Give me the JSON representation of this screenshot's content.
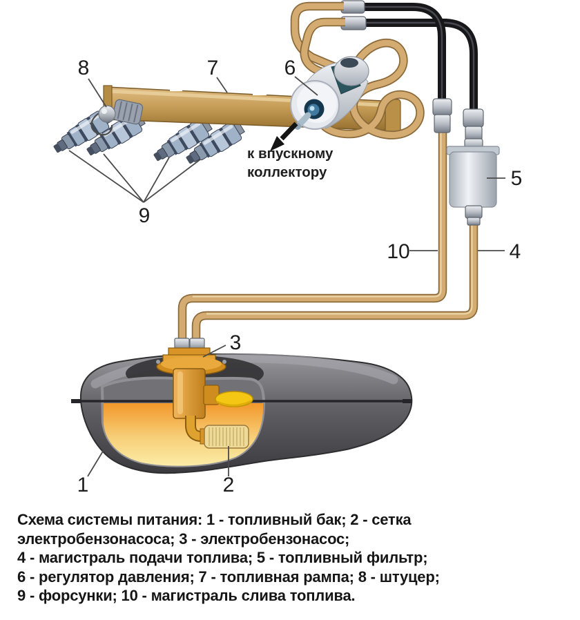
{
  "figure": {
    "type": "fuel-system-schematic",
    "callouts": {
      "n1": "1",
      "n2": "2",
      "n3": "3",
      "n4": "4",
      "n5": "5",
      "n6": "6",
      "n7": "7",
      "n8": "8",
      "n9": "9",
      "n10": "10"
    },
    "note": {
      "line1": "к впускному",
      "line2": "коллектору"
    },
    "caption": {
      "lines": [
        "Схема системы питания: 1 - топливный бак; 2 - сетка",
        "электробензонасоса; 3 - электробензонасос;",
        "4 - магистраль подачи топлива; 5 - топливный фильтр;",
        "6 - регулятор давления; 7 - топливная рампа; 8 - штуцер;",
        "9 - форсунки; 10 - магистраль слива топлива."
      ]
    },
    "parts": [
      {
        "num": "1",
        "name": "топливный бак"
      },
      {
        "num": "2",
        "name": "сетка электробензонасоса"
      },
      {
        "num": "3",
        "name": "электробензонасос"
      },
      {
        "num": "4",
        "name": "магистраль подачи топлива"
      },
      {
        "num": "5",
        "name": "топливный фильтр"
      },
      {
        "num": "6",
        "name": "регулятор давления"
      },
      {
        "num": "7",
        "name": "топливная рампа"
      },
      {
        "num": "8",
        "name": "штуцер"
      },
      {
        "num": "9",
        "name": "форсунки"
      },
      {
        "num": "10",
        "name": "магистраль слива топлива"
      }
    ],
    "colors": {
      "pipe_tan": "#d4ab70",
      "hose_black": "#17171a",
      "rail_gold": "#c79e58",
      "fuel_orange": "#f2982a",
      "fuel_yellow": "#fbeca6",
      "tank_gray": "#606065",
      "filter_gray": "#c3c9d1",
      "pump_gold": "#dd9a2e",
      "float_yellow": "#f3c713",
      "injector_blue": "#9fb2c8"
    }
  }
}
